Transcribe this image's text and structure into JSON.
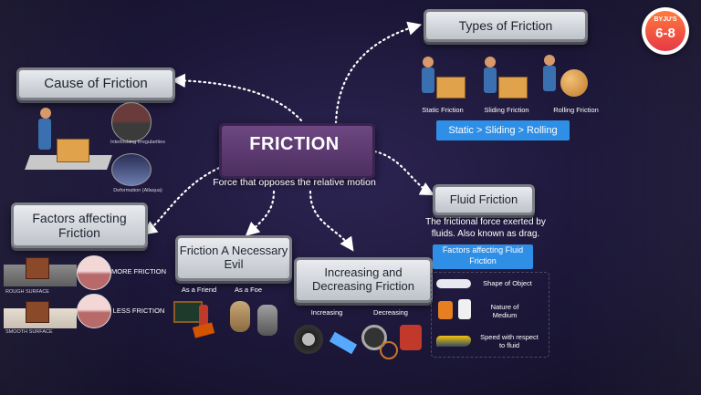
{
  "center": {
    "title": "FRICTION",
    "definition": "Force that opposes the relative motion"
  },
  "types": {
    "heading": "Types of Friction",
    "items": [
      "Static Friction",
      "Sliding Friction",
      "Rolling Friction"
    ],
    "order": "Static > Sliding > Rolling"
  },
  "cause": {
    "heading": "Cause of Friction",
    "label1": "Interlocking Irregularities",
    "label2": "Deformation (Allaqua)"
  },
  "factors": {
    "heading": "Factors affecting Friction",
    "more": "MORE FRICTION",
    "less": "LESS FRICTION",
    "rough": "ROUGH SURFACE",
    "smooth": "SMOOTH SURFACE"
  },
  "evil": {
    "heading": "Friction A Necessary Evil",
    "friend": "As a Friend",
    "foe": "As a Foe"
  },
  "incdec": {
    "heading": "Increasing and Decreasing Friction",
    "increasing": "Increasing",
    "decreasing": "Decreasing"
  },
  "fluid": {
    "heading": "Fluid Friction",
    "description": "The frictional force exerted by fluids. Also known as drag.",
    "factors_heading": "Factors affecting Fluid Friction",
    "factors": [
      "Shape of Object",
      "Nature of Medium",
      "Speed with respect to fluid"
    ]
  },
  "logo": {
    "brand": "BYJU'S",
    "grade": "6-8"
  },
  "colors": {
    "accent_blue": "#2f8fe6",
    "center_purple": "#5d3b6e",
    "background": "#1c1738"
  }
}
